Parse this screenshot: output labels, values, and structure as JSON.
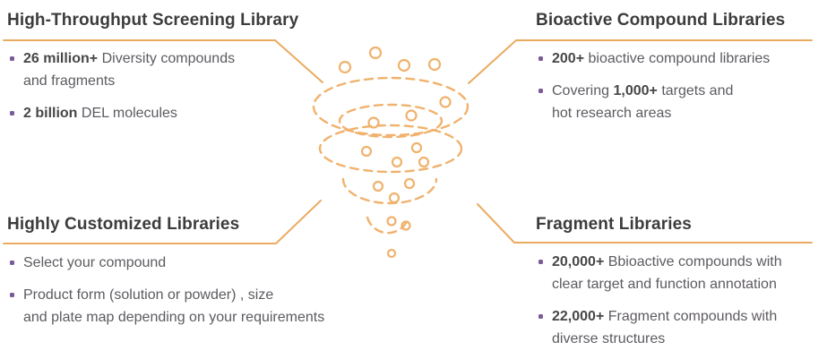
{
  "colors": {
    "accent_orange_lines": "#eaab60",
    "accent_orange_funnel": "#f0b26d",
    "bullet_purple": "#7c5a9a",
    "title_text": "#3c3c3c",
    "body_text": "#5d5a60"
  },
  "illustration": {
    "name": "funnel-vortex",
    "description": "dashed orange vortex funnel with rising bubble circles connecting the four library sections"
  },
  "sections": [
    {
      "id": "high-throughput-screening-library",
      "title": "High-Throughput Screening Library",
      "items": [
        {
          "bold": "26 million+",
          "post": " Diversity compounds",
          "line2": "and fragments"
        },
        {
          "bold": "2 billion",
          "post": " DEL molecules"
        }
      ]
    },
    {
      "id": "bioactive-compound-libraries",
      "title": "Bioactive Compound Libraries",
      "items": [
        {
          "bold": "200+",
          "post": " bioactive compound libraries"
        },
        {
          "pre": "Covering ",
          "bold": "1,000+",
          "post": " targets and",
          "line2": "hot research areas"
        }
      ]
    },
    {
      "id": "highly-customized-libraries",
      "title": "Highly Customized Libraries",
      "items": [
        {
          "pre": "Select your compound"
        },
        {
          "pre": "Product form (solution or powder) , size",
          "line2": "and plate map depending on your requirements"
        }
      ]
    },
    {
      "id": "fragment-libraries",
      "title": "Fragment Libraries",
      "items": [
        {
          "bold": "20,000+",
          "post": " Bbioactive compounds with",
          "line2": "clear target and function annotation"
        },
        {
          "bold": "22,000+",
          "post": " Fragment compounds with",
          "line2": "diverse structures"
        }
      ]
    }
  ]
}
